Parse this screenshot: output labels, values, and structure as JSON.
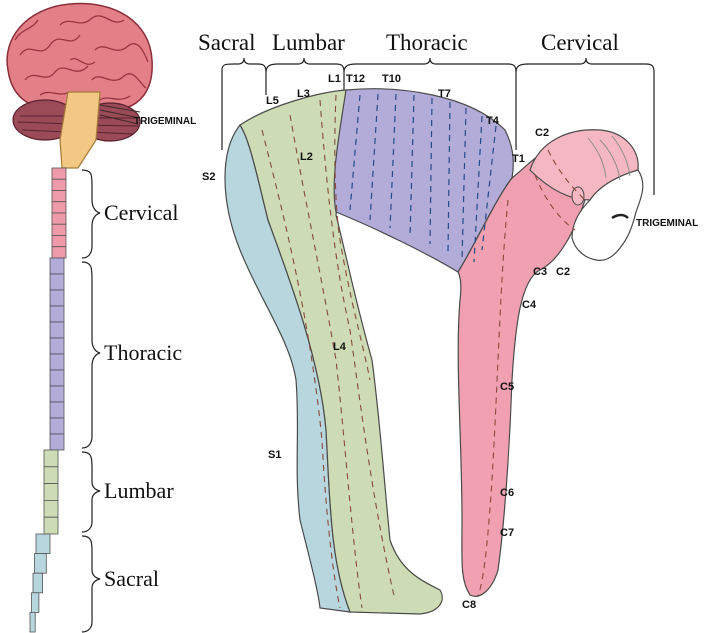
{
  "colors": {
    "cervical": "#ef9aaa",
    "thoracic": "#b3acd8",
    "lumbar": "#cddcb4",
    "sacral": "#b7d6de",
    "brain": "#e37f86",
    "cerebellum": "#9a4b57",
    "brainstem": "#f3c885",
    "skin": "#f5b8c2",
    "dermatome_line_thoracic": "#234a8a",
    "dermatome_line_other": "#8a4a3a"
  },
  "spine_labels": {
    "cervical": "Cervical",
    "thoracic": "Thoracic",
    "lumbar": "Lumbar",
    "sacral": "Sacral"
  },
  "top_labels": {
    "sacral": "Sacral",
    "lumbar": "Lumbar",
    "thoracic": "Thoracic",
    "cervical": "Cervical"
  },
  "trigeminal_left": "TRIGEMINAL",
  "trigeminal_right": "TRIGEMINAL",
  "dermatomes": {
    "s2": "S2",
    "l5": "L5",
    "l3": "L3",
    "l1": "L1",
    "t12": "T12",
    "t10": "T10",
    "t7": "T7",
    "t4": "T4",
    "t1": "T1",
    "c2_top": "C2",
    "l2": "L2",
    "c3": "C3",
    "c2_neck": "C2",
    "c4": "C4",
    "l4": "L4",
    "c5": "C5",
    "s1": "S1",
    "c6": "C6",
    "c7": "C7",
    "c8": "C8"
  }
}
